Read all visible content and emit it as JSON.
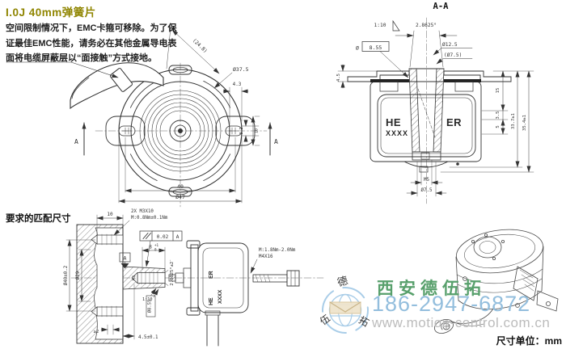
{
  "title": "I.0J 40mm弹簧片",
  "colors": {
    "title": "#8f8500",
    "accent_green": "#58a06c",
    "accent_blue": "#93bedd",
    "url_gray": "#bcbcbc",
    "line": "#333333"
  },
  "note": {
    "line1": "空间限制情况下，EMC卡箍可移除。为了保",
    "line2": "证最佳EMC性能，请务必在其他金属导电表",
    "line3": "面将电缆屏蔽层以“面接触”方式接地。"
  },
  "front": {
    "dim_diag": "(24.8)",
    "dia_body": "Ø37.5",
    "dim_offset": "4.3",
    "dim_slot": "3.2",
    "dim_ear": "10",
    "dim_pitch": "40",
    "dia_outer": "Ø47",
    "section_label_left": "A",
    "section_label_right": "A"
  },
  "section": {
    "title": "A-A",
    "taper": "1:10",
    "angle": "2.8625°",
    "dia_sym": "Ø",
    "dia_taper_big": "8.55",
    "dia_hub": "Ø12.5",
    "dia_shaft_ref": "(Ø7.5)",
    "dim_plate": "4.5",
    "dim_15": "15",
    "dim_3_5": "3.5",
    "dim_5": "5",
    "dim_33_7": "33.7±1",
    "dim_35_4": "35.4±1",
    "thread": "M5",
    "dia_shaft": "Ø7.5",
    "logo_left": "HE",
    "logo_right": "ER",
    "logo_sub": "XXXX"
  },
  "mating": {
    "title": "要求的匹配尺寸",
    "dim_depth": "10",
    "screw_note1": "2X M3X10",
    "screw_note2": "M:0.8Nm±0.1Nm",
    "runout_val": "0.02",
    "runout_datum": "A",
    "datum": "A",
    "dim_8": "8",
    "tol_up": "+1",
    "tol_dn": "0",
    "angle": "2.8625°±2′",
    "thread": "M4",
    "taper": "1:10",
    "dia_taper": "Ø8.55",
    "dia_bolt_circle": "Ø40±0.2",
    "dia_bore": "Ø29",
    "dim_min": "≥2",
    "dim_standoff": "4.5±0.1",
    "center_screw_note1": "M:1.8Nm-2.0Nm",
    "center_screw_note2": "M4X16",
    "logo_left": "HE",
    "logo_right": "ER",
    "logo_sub": "XXXX"
  },
  "footer": {
    "units": "尺寸单位：mm"
  },
  "watermark": {
    "company": "西安德伍拓",
    "phone": "186-2947-6872",
    "website": "www.motion-control.com.cn",
    "logo_char_top": "德",
    "logo_char_left": "伍",
    "logo_char_right": "拓"
  }
}
